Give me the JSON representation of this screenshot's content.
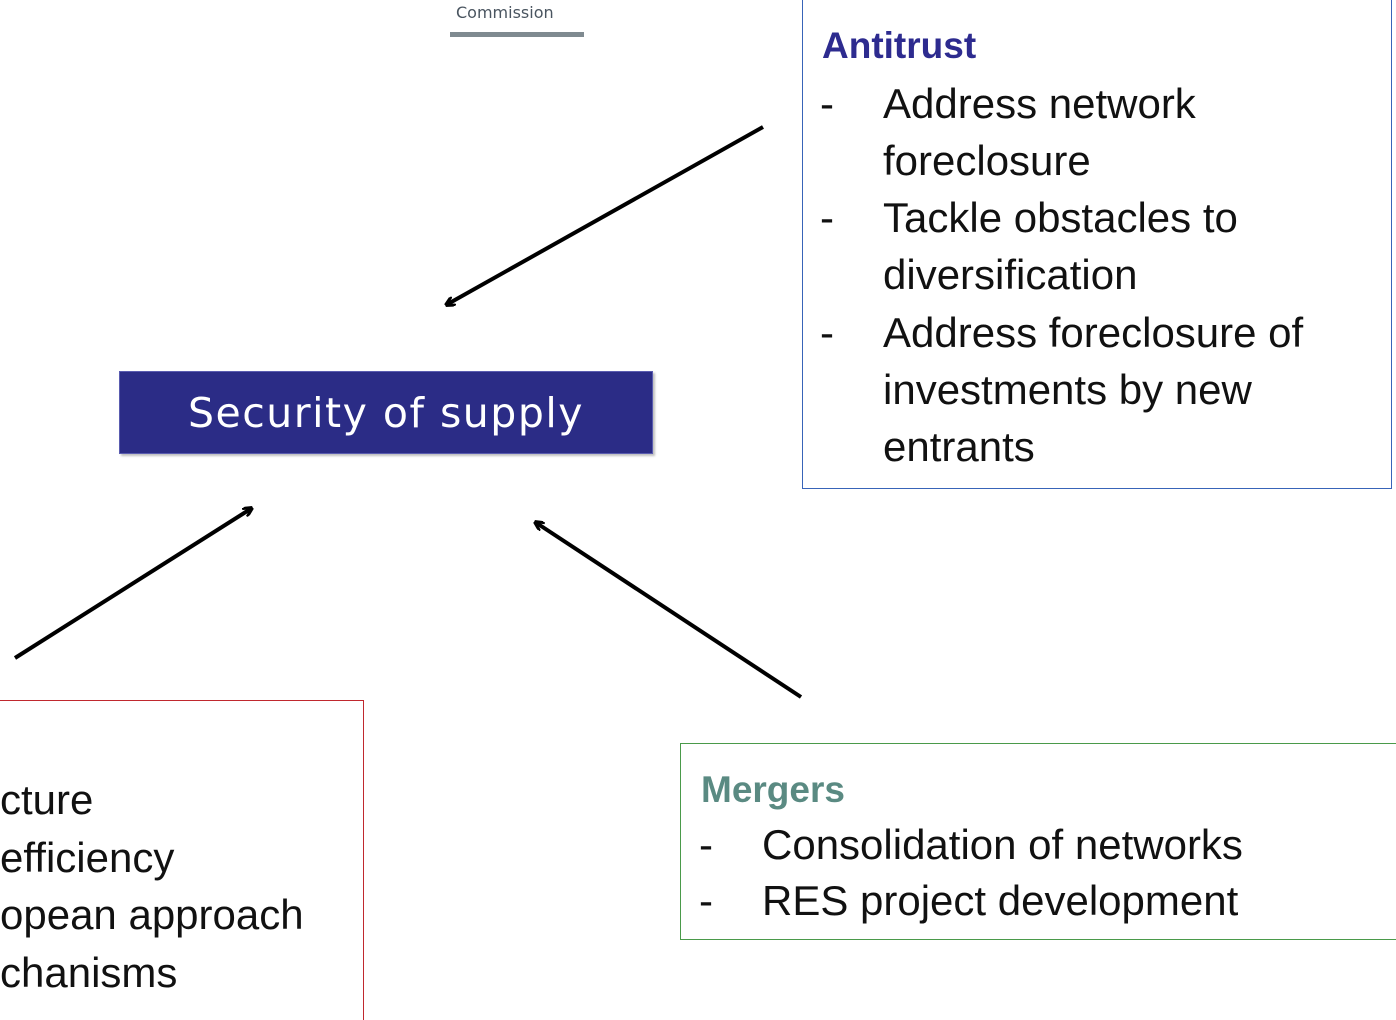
{
  "header": {
    "logo_text": "Commission"
  },
  "center": {
    "label": "Security of supply"
  },
  "antitrust": {
    "title": "Antitrust",
    "items": [
      "Address network foreclosure",
      "Tackle obstacles to diversification",
      "Address foreclosure of investments by new entrants"
    ],
    "item_lines": [
      [
        "Address network",
        "foreclosure"
      ],
      [
        "Tackle obstacles to",
        "diversification"
      ],
      [
        "Address foreclosure of",
        "investments by new",
        "entrants"
      ]
    ]
  },
  "mergers": {
    "title": "Mergers",
    "items": [
      "Consolidation of networks",
      "RES project development"
    ]
  },
  "state_aid_partial": {
    "lines": [
      "cture",
      "efficiency",
      "opean approach",
      "chanisms"
    ]
  },
  "colors": {
    "center_fill": "#2b2c86",
    "antitrust_title": "#2d2b8f",
    "antitrust_border": "#3864b8",
    "mergers_title": "#5a8a82",
    "mergers_border": "#4a9a4a",
    "state_border": "#c0282e"
  }
}
